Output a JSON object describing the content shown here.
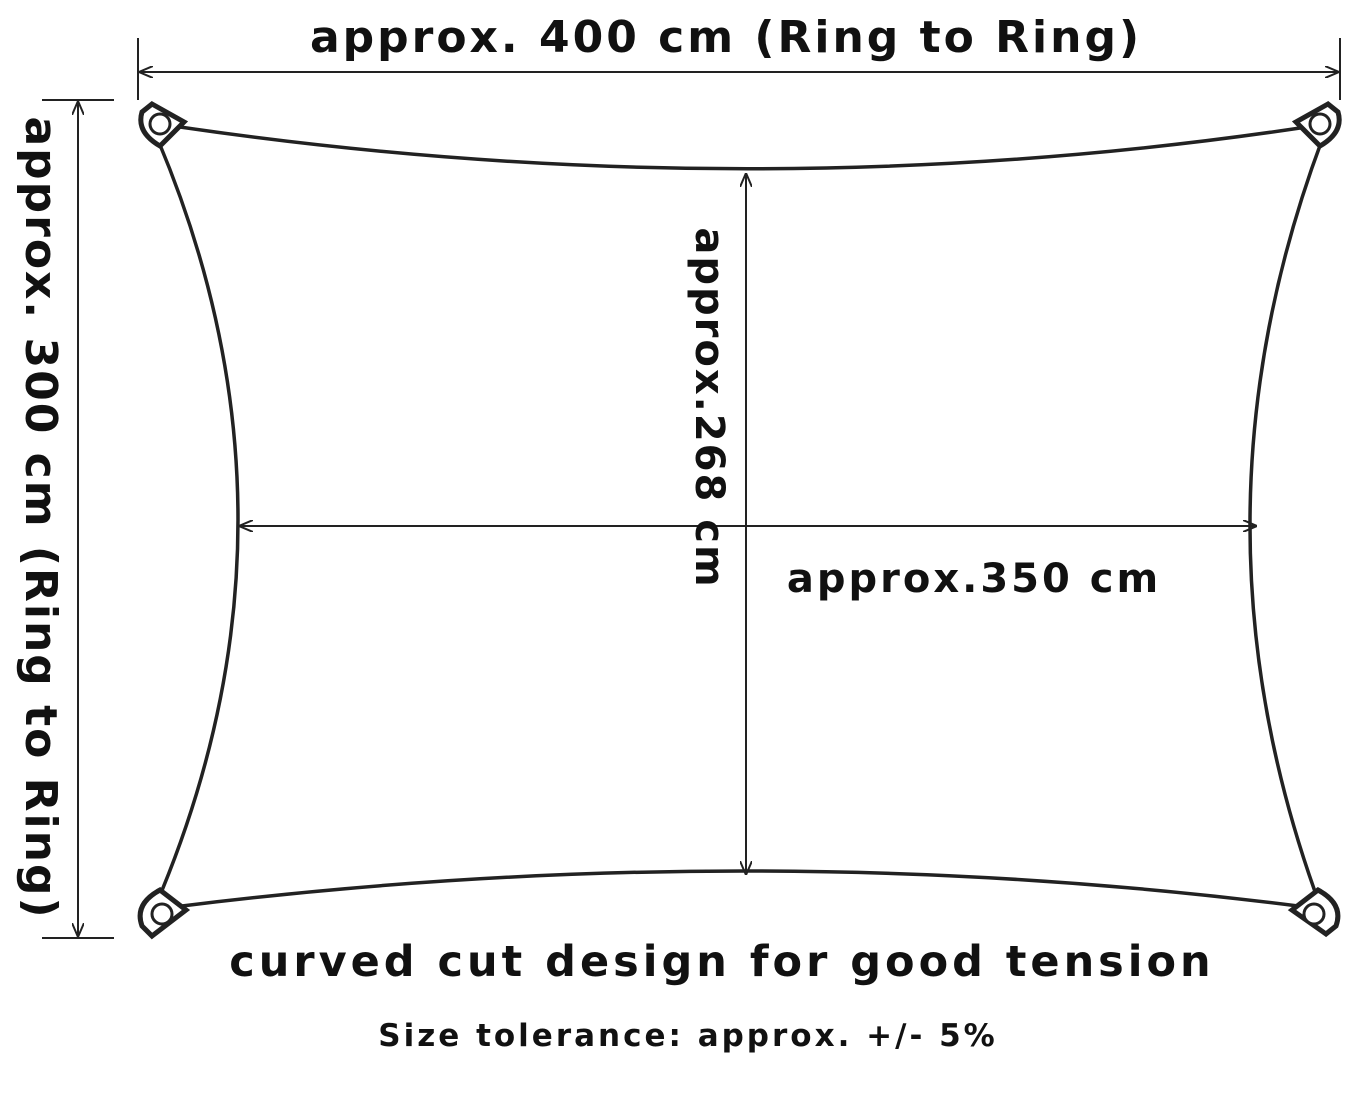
{
  "labels": {
    "top_dimension": "approx. 400 cm (Ring to Ring)",
    "left_dimension": "approx. 300 cm (Ring to Ring)",
    "inner_vertical_dimension": "approx.268 cm",
    "inner_horizontal_dimension": "approx.350 cm",
    "design_note": "curved cut design for good tension",
    "tolerance_note": "Size tolerance: approx. +/- 5%"
  },
  "colors": {
    "line": "#222222",
    "text": "#111111",
    "background": "#ffffff"
  }
}
